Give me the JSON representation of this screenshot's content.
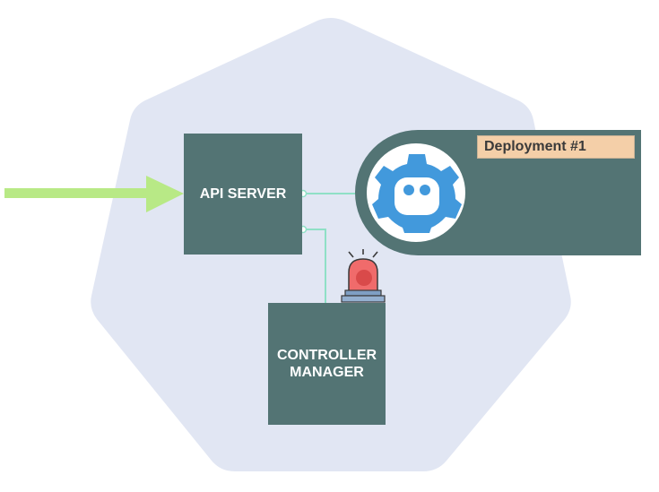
{
  "diagram": {
    "api_server": {
      "label": "API SERVER"
    },
    "controller_manager": {
      "line1": "CONTROLLER",
      "line2": "MANAGER"
    },
    "deployment": {
      "label": "Deployment #1"
    },
    "icons": [
      "arrow-right-icon",
      "etcd-gear-icon",
      "siren-alarm-icon",
      "heptagon-background"
    ],
    "colors": {
      "box": "#537474",
      "background_shape": "#e1e6f3",
      "arrow": "#b8e986",
      "connector": "#8fe0c6",
      "deployment_tag": "#f4cfa8",
      "gear": "#4299dc",
      "siren": "#e85d5d"
    }
  }
}
